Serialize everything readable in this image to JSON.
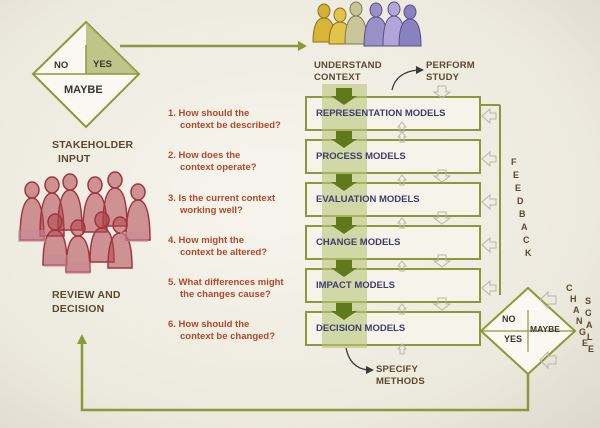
{
  "decision_diamond_top": {
    "no": "NO",
    "yes": "YES",
    "maybe": "MAYBE"
  },
  "decision_diamond_right": {
    "no": "NO",
    "yes": "YES",
    "maybe": "MAYBE"
  },
  "stakeholder_input": {
    "line1": "STAKEHOLDER",
    "line2": "INPUT"
  },
  "review": {
    "line1": "REVIEW AND",
    "line2": "DECISION"
  },
  "understand_context": {
    "line1": "UNDERSTAND",
    "line2": "CONTEXT"
  },
  "perform_study": {
    "line1": "PERFORM",
    "line2": "STUDY"
  },
  "specify_methods": {
    "line1": "SPECIFY",
    "line2": "METHODS"
  },
  "feedback": [
    "F",
    "E",
    "E",
    "D",
    "B",
    "A",
    "C",
    "K"
  ],
  "change_scale": [
    "C",
    "H",
    "A",
    "N",
    "G",
    "E",
    ",",
    "S",
    "C",
    "A",
    "L",
    "E"
  ],
  "questions": [
    {
      "l1": "1. How should the",
      "l2": "context be described?"
    },
    {
      "l1": "2. How does the",
      "l2": "context operate?"
    },
    {
      "l1": "3. Is the current context",
      "l2": "working well?"
    },
    {
      "l1": "4. How might the",
      "l2": "context be altered?"
    },
    {
      "l1": "5. What differences might",
      "l2": "the changes cause?"
    },
    {
      "l1": "6. How should the",
      "l2": "context be changed?"
    }
  ],
  "models": [
    "REPRESENTATION MODELS",
    "PROCESS MODELS",
    "EVALUATION MODELS",
    "CHANGE MODELS",
    "IMPACT MODELS",
    "DECISION MODELS"
  ],
  "colors": {
    "olive": "#8a9a3a",
    "olive_light": "#cdd59a",
    "arrow_green": "#5e7a1a",
    "question_red": "#b24a2a",
    "crowd_red": "#b0454f",
    "model_text": "#3f3c70"
  }
}
